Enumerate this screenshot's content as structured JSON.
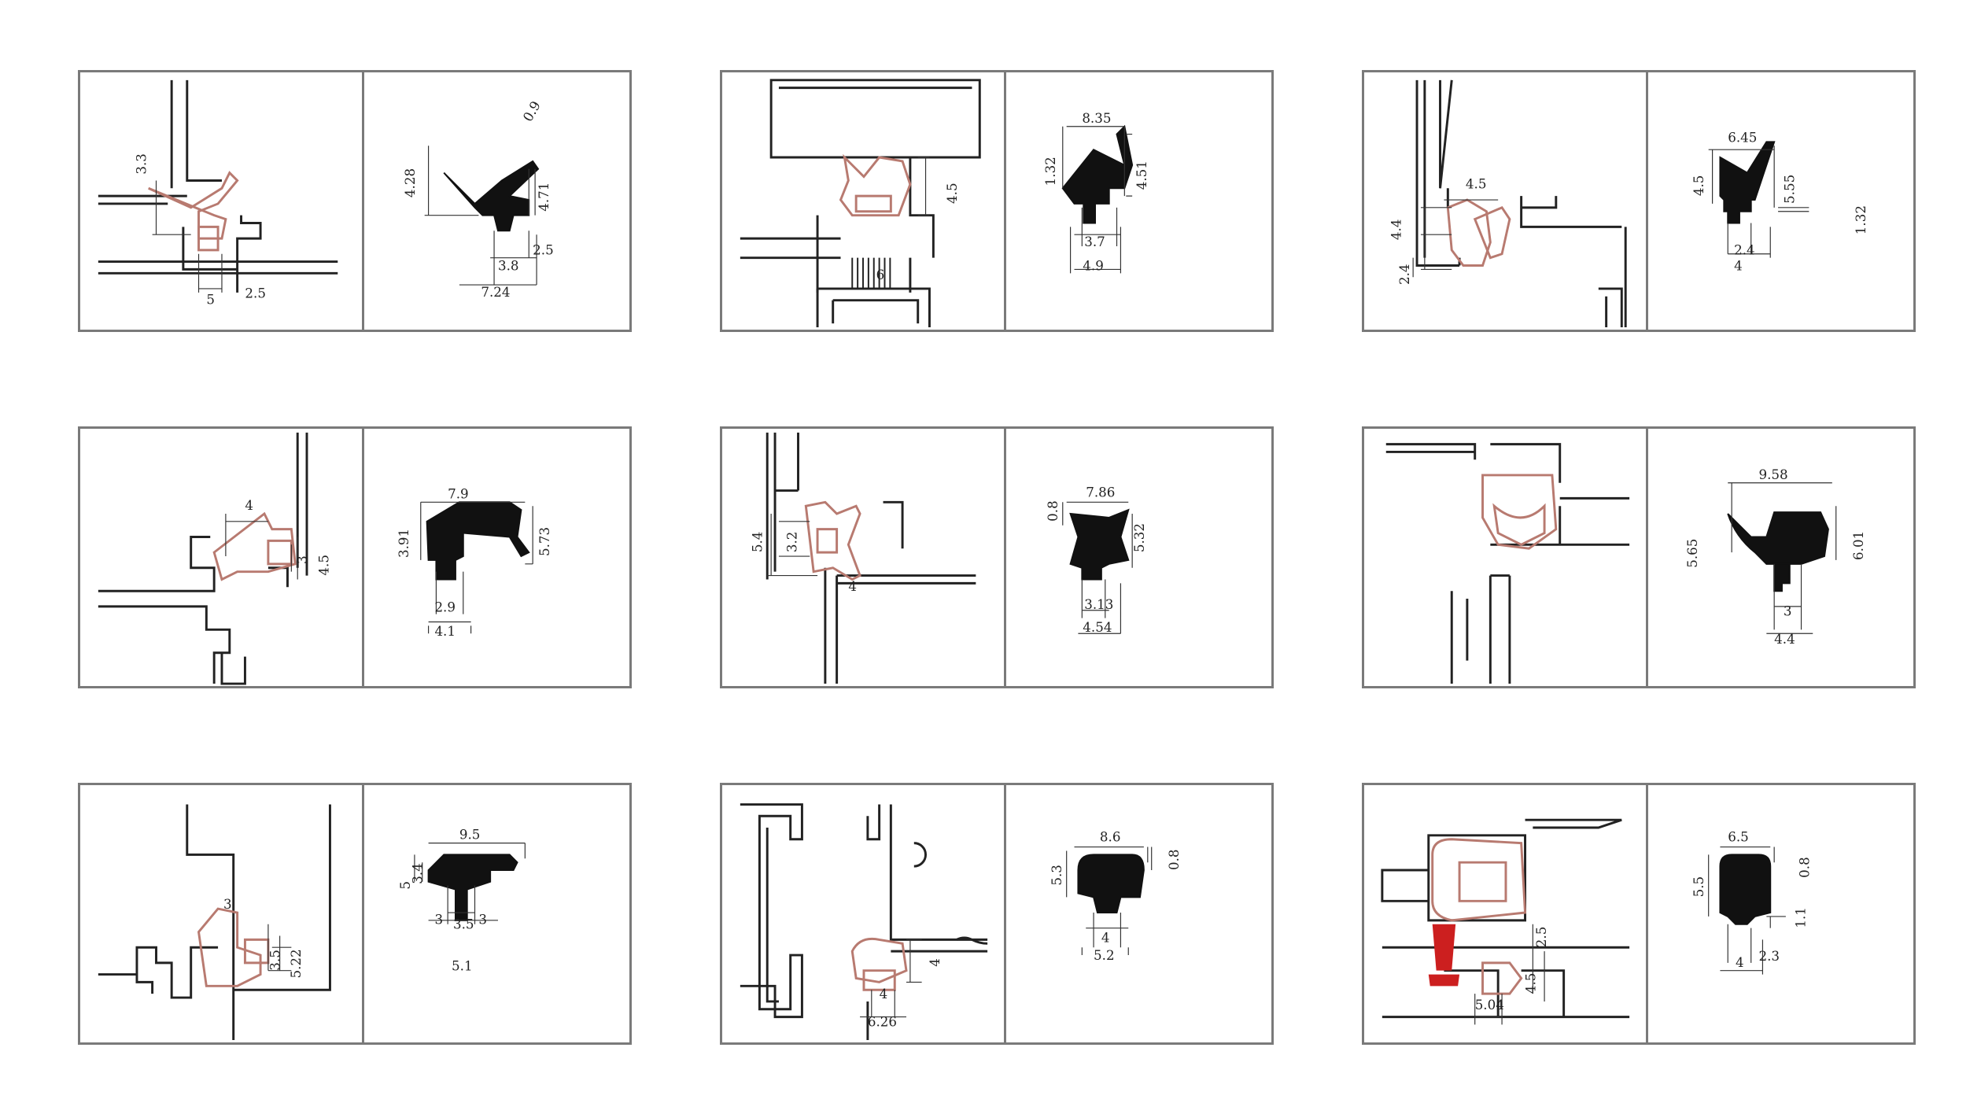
{
  "colors": {
    "frame": "#222222",
    "seal_outline": "#b87a70",
    "profile": "#111111",
    "border": "#7a7a7a",
    "accent_red": "#cc1f1f"
  },
  "panels": [
    {
      "install": {
        "dims": [
          "3.3",
          "5",
          "2.5"
        ]
      },
      "profile": {
        "dims": [
          "4.28",
          "0.9",
          "4.71",
          "3.8",
          "2.5",
          "7.24"
        ]
      }
    },
    {
      "install": {
        "dims": [
          "4.5",
          "6"
        ]
      },
      "profile": {
        "dims": [
          "8.35",
          "1.32",
          "4.51",
          "3.7",
          "4.9"
        ]
      }
    },
    {
      "install": {
        "dims": [
          "4.5",
          "4.4",
          "2.4"
        ]
      },
      "profile": {
        "dims": [
          "6.45",
          "4.5",
          "5.55",
          "1.32",
          "2.4",
          "4"
        ]
      }
    },
    {
      "install": {
        "dims": [
          "4",
          "3",
          "4.5"
        ]
      },
      "profile": {
        "dims": [
          "7.9",
          "3.91",
          "5.73",
          "2.9",
          "4.1"
        ]
      }
    },
    {
      "install": {
        "dims": [
          "5.4",
          "3.2",
          "4"
        ]
      },
      "profile": {
        "dims": [
          "7.86",
          "0.8",
          "5.32",
          "3.13",
          "4.54"
        ]
      }
    },
    {
      "install": {
        "dims": []
      },
      "profile": {
        "dims": [
          "9.58",
          "5.65",
          "6.01",
          "3",
          "4.4"
        ]
      }
    },
    {
      "install": {
        "dims": [
          "3",
          "3.5",
          "5.22"
        ]
      },
      "profile": {
        "dims": [
          "9.5",
          "5",
          "3.4",
          "3",
          "3.5",
          "3",
          "5.1"
        ]
      }
    },
    {
      "install": {
        "dims": [
          "4",
          "4",
          "6.26"
        ]
      },
      "profile": {
        "dims": [
          "8.6",
          "0.8",
          "5.3",
          "4",
          "5.2"
        ]
      }
    },
    {
      "install": {
        "dims": [
          "2.5",
          "4.5",
          "5.04"
        ]
      },
      "profile": {
        "dims": [
          "6.5",
          "0.8",
          "5.5",
          "1.1",
          "4",
          "2.3"
        ]
      }
    }
  ]
}
